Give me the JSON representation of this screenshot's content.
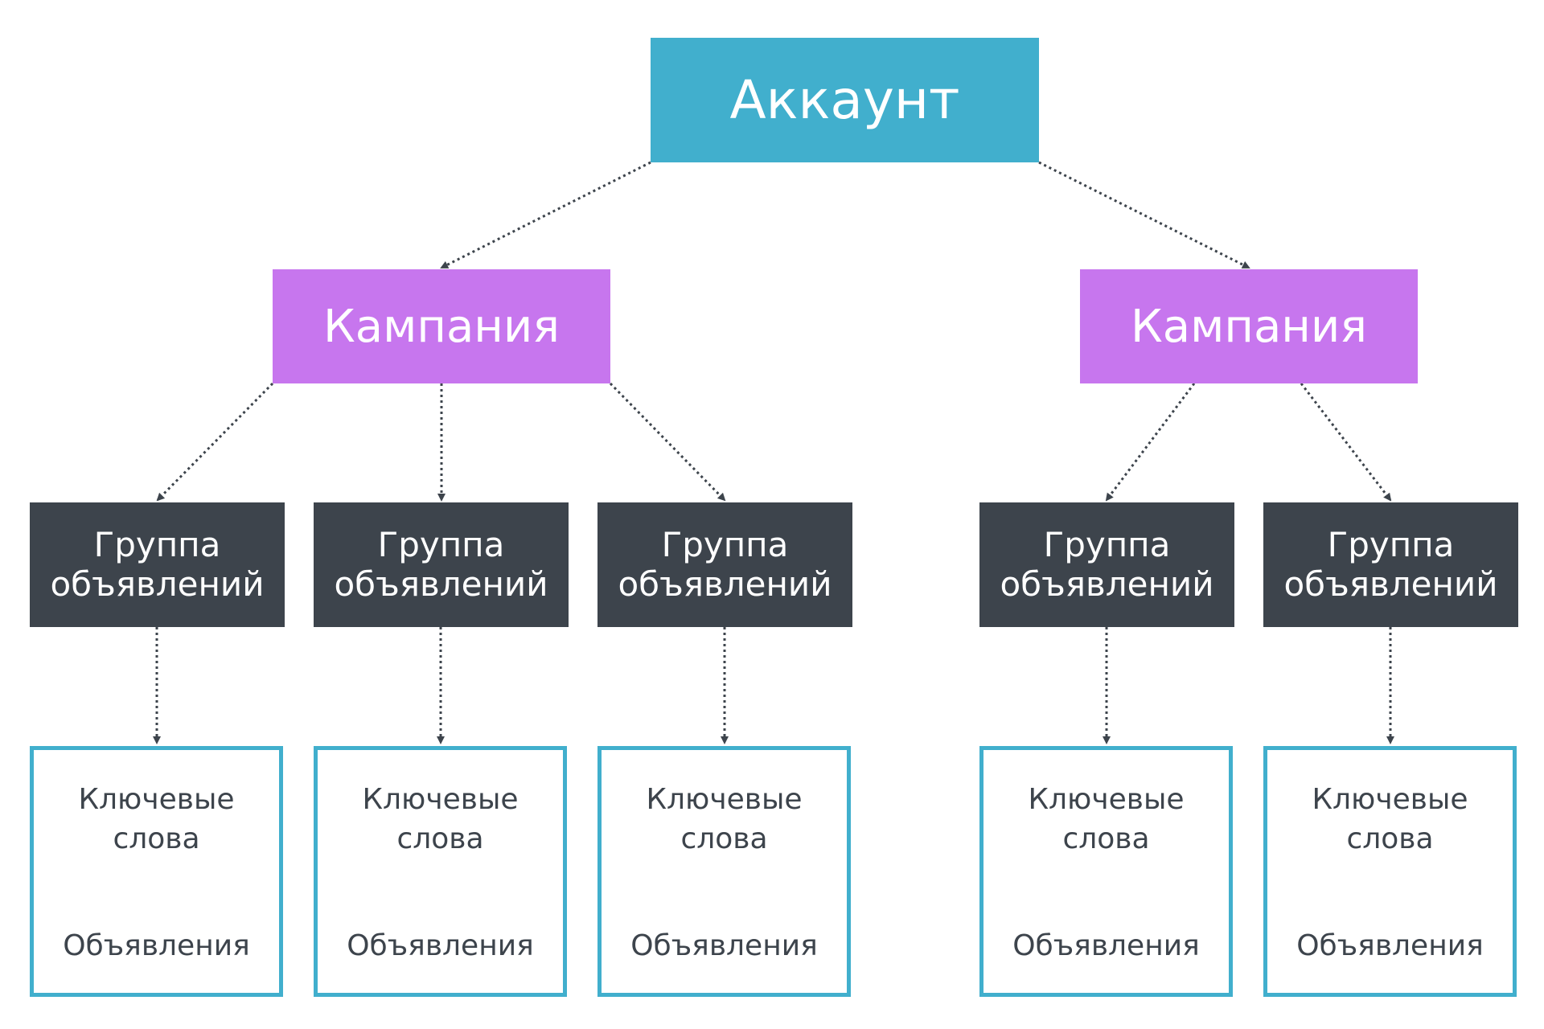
{
  "colors": {
    "account": "#41afcd",
    "campaign": "#c776ee",
    "ad_group": "#3d444c",
    "content_border": "#41afcd",
    "connector": "#3d444c"
  },
  "account": {
    "label": "Аккаунт"
  },
  "campaigns": [
    {
      "label": "Кампания",
      "ad_groups": [
        {
          "title": "Группа",
          "subtitle": "объявлений",
          "keywords": "Ключевые слова",
          "ads": "Объявления"
        },
        {
          "title": "Группа",
          "subtitle": "объявлений",
          "keywords": "Ключевые слова",
          "ads": "Объявления"
        },
        {
          "title": "Группа",
          "subtitle": "объявлений",
          "keywords": "Ключевые слова",
          "ads": "Объявления"
        }
      ]
    },
    {
      "label": "Кампания",
      "ad_groups": [
        {
          "title": "Группа",
          "subtitle": "объявлений",
          "keywords": "Ключевые слова",
          "ads": "Объявления"
        },
        {
          "title": "Группа",
          "subtitle": "объявлений",
          "keywords": "Ключевые слова",
          "ads": "Объявления"
        }
      ]
    }
  ]
}
